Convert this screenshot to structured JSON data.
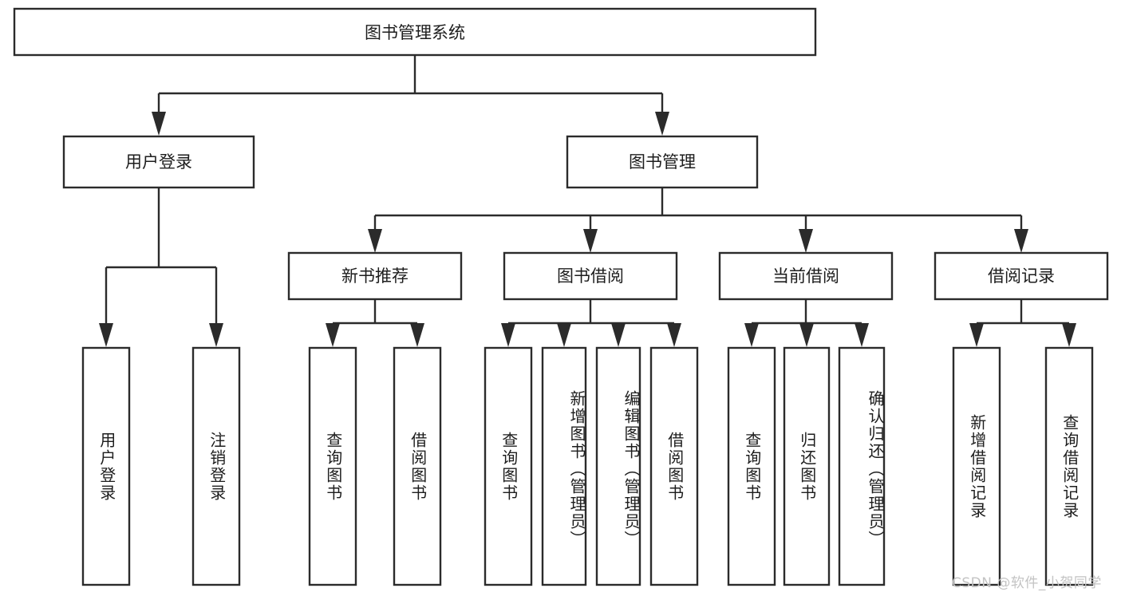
{
  "diagram": {
    "title": "图书管理系统",
    "type": "tree",
    "watermark": "CSDN @软件_小贺同学",
    "colors": {
      "stroke": "#2b2b2b",
      "fill": "#ffffff",
      "text": "#1d1d1d",
      "watermark": "#c3c3c3",
      "background": "#ffffff"
    },
    "nodes": {
      "root": {
        "label": "图书管理系统",
        "level": 1
      },
      "level2": [
        {
          "id": "user-login",
          "label": "用户登录"
        },
        {
          "id": "book-manage",
          "label": "图书管理"
        }
      ],
      "level3": [
        {
          "id": "new-book-recommend",
          "label": "新书推荐",
          "parent": "book-manage"
        },
        {
          "id": "book-borrow",
          "label": "图书借阅",
          "parent": "book-manage"
        },
        {
          "id": "current-borrow",
          "label": "当前借阅",
          "parent": "book-manage"
        },
        {
          "id": "borrow-record",
          "label": "借阅记录",
          "parent": "book-manage"
        }
      ],
      "leaves": [
        {
          "id": "leaf-user-login",
          "label": "用户登录",
          "parent": "user-login"
        },
        {
          "id": "leaf-logout",
          "label": "注销登录",
          "parent": "user-login"
        },
        {
          "id": "leaf-query-book-1",
          "label": "查询图书",
          "parent": "new-book-recommend"
        },
        {
          "id": "leaf-borrow-book-1",
          "label": "借阅图书",
          "parent": "new-book-recommend"
        },
        {
          "id": "leaf-query-book-2",
          "label": "查询图书",
          "parent": "book-borrow"
        },
        {
          "id": "leaf-add-book",
          "label": "新增图书（管理员）",
          "parent": "book-borrow"
        },
        {
          "id": "leaf-edit-book",
          "label": "编辑图书（管理员）",
          "parent": "book-borrow"
        },
        {
          "id": "leaf-borrow-book-2",
          "label": "借阅图书",
          "parent": "book-borrow"
        },
        {
          "id": "leaf-query-book-3",
          "label": "查询图书",
          "parent": "current-borrow"
        },
        {
          "id": "leaf-return-book",
          "label": "归还图书",
          "parent": "current-borrow"
        },
        {
          "id": "leaf-confirm-return",
          "label": "确认归还（管理员）",
          "parent": "current-borrow"
        },
        {
          "id": "leaf-add-record",
          "label": "新增借阅记录",
          "parent": "borrow-record"
        },
        {
          "id": "leaf-query-record",
          "label": "查询借阅记录",
          "parent": "borrow-record"
        }
      ]
    }
  }
}
